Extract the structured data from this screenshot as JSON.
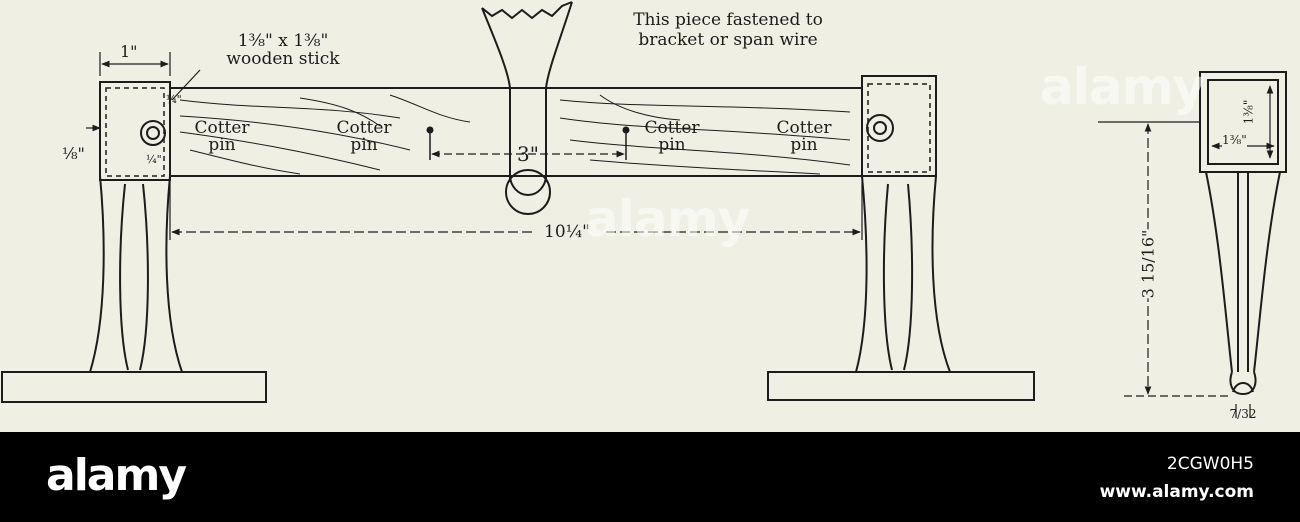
{
  "drawing": {
    "labels": {
      "stick_size": "1⅜\" x 1⅜\"",
      "stick_material": "wooden stick",
      "end_width": "1\"",
      "hole_offset_top": "¼\"",
      "hole_offset_bottom": "¼\"",
      "edge_offset": "⅛\"",
      "cotter_pin_1": "Cotter pin",
      "cotter_pin_2": "Cotter pin",
      "cotter_pin_3": "Cotter pin",
      "cotter_pin_4": "Cotter pin",
      "hanger_note_line1": "This piece fastened to",
      "hanger_note_line2": "bracket or span wire",
      "pin_spacing": "3\"",
      "span_length": "10¼\"",
      "section_height": "1⅜\"",
      "section_width": "1⅜\"",
      "overall_height": "3 15/16\"",
      "groove_width": "7/32"
    }
  },
  "watermark": {
    "text": "alamy"
  },
  "footer": {
    "brand": "alamy",
    "image_id": "2CGW0H5",
    "site": "www.alamy.com"
  },
  "colors": {
    "paper": "#efefe4",
    "ink": "#1c1c1c",
    "footer_bg": "#000000",
    "footer_text": "#ffffff"
  }
}
